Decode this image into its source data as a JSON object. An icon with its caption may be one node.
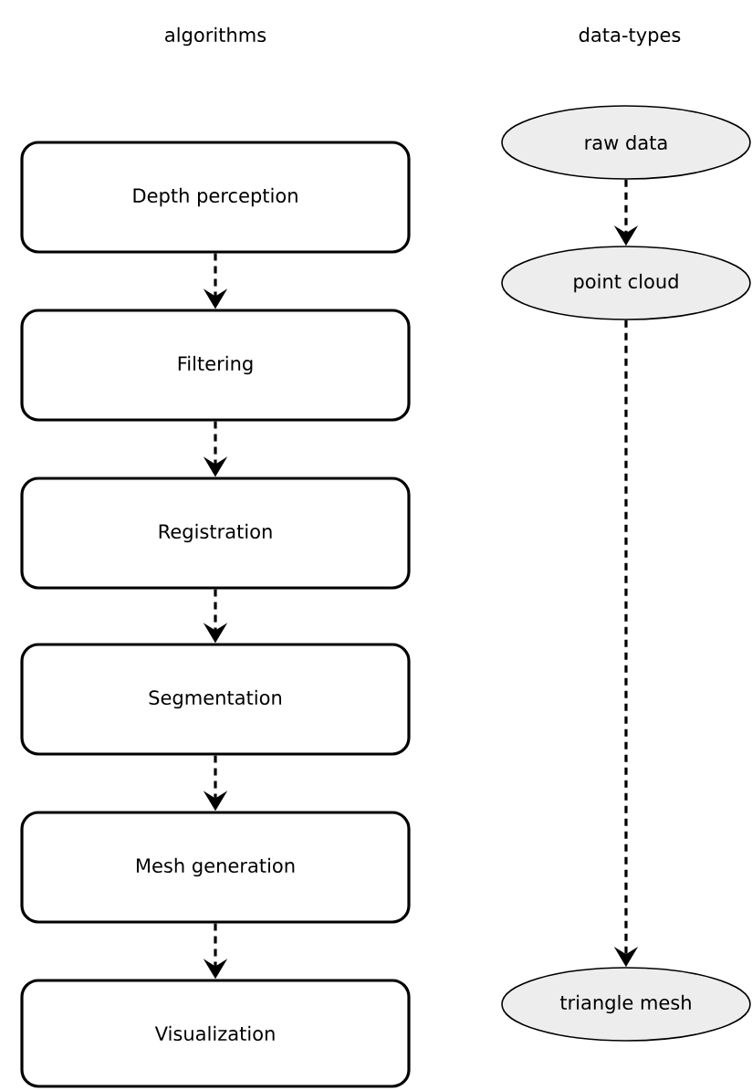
{
  "diagram": {
    "nodes": [
      {
        "text": [
          "Depth perception"
        ]
      },
      {
        "text": [
          "Filtering"
        ]
      },
      {
        "text": [
          "Registration"
        ]
      },
      {
        "text": [
          "Segmentation"
        ]
      },
      {
        "text": [
          "Mesh generation"
        ]
      },
      {
        "text": [
          "Visualization"
        ]
      },
      {
        "text": [
          "raw data"
        ]
      },
      {
        "text": [
          "point cloud"
        ]
      },
      {
        "text": [
          "triangle mesh"
        ]
      }
    ],
    "edges": [
      {
        "from": 0,
        "to": 1,
        "arrow": "to",
        "style": "dashed"
      },
      {
        "from": 1,
        "to": 2,
        "arrow": "to",
        "style": "dashed"
      },
      {
        "from": 2,
        "to": 3,
        "arrow": "to",
        "style": "dashed"
      },
      {
        "from": 3,
        "to": 4,
        "arrow": "to",
        "style": "dashed"
      },
      {
        "from": 4,
        "to": 5,
        "arrow": "to",
        "style": "dashed"
      },
      {
        "from": 6,
        "to": 7,
        "arrow": "to",
        "style": "dashed"
      },
      {
        "from": 7,
        "to": 8,
        "arrow": "to",
        "style": "dashed"
      }
    ],
    "labels": [
      "algorithms",
      "data-types"
    ]
  }
}
